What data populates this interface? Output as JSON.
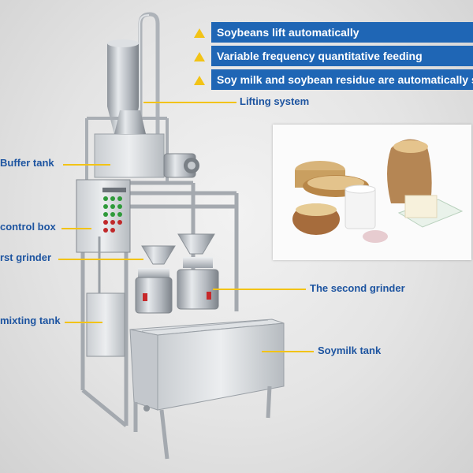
{
  "features": [
    {
      "text": "Soybeans lift automatically",
      "icon": "warning-triangle-icon"
    },
    {
      "text": "Variable frequency quantitative feeding",
      "icon": "warning-triangle-icon"
    },
    {
      "text": "Soy milk and soybean residue are automatically s",
      "icon": "warning-triangle-icon"
    }
  ],
  "callouts": {
    "lifting_system": "Lifting system",
    "buffer_tank": "Buffer tank",
    "control_box": "control box",
    "first_grinder": "rst grinder",
    "mixing_tank": "mixting tank",
    "second_grinder": "The second grinder",
    "soymilk_tank": "Soymilk tank"
  },
  "colors": {
    "banner": "#1f66b5",
    "accent": "#f2c316",
    "label": "#1d54a0",
    "steel": "#b9bec4"
  }
}
